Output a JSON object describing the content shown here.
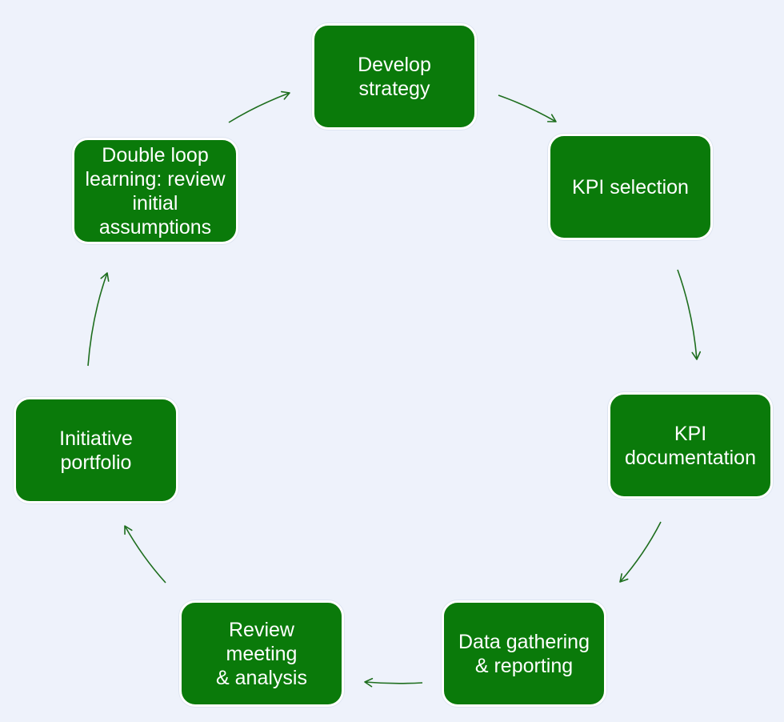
{
  "diagram": {
    "colors": {
      "background": "#EEF2FB",
      "node_fill": "#0A7A0A",
      "node_border": "#FFFFFF",
      "node_text": "#FFFFFF",
      "arrow": "#1E6E1E"
    },
    "nodes": [
      {
        "id": "develop-strategy",
        "label": "Develop\nstrategy"
      },
      {
        "id": "kpi-selection",
        "label": "KPI selection"
      },
      {
        "id": "kpi-documentation",
        "label": "KPI\ndocumentation"
      },
      {
        "id": "data-gathering",
        "label": "Data gathering\n& reporting"
      },
      {
        "id": "review-meeting",
        "label": "Review meeting\n& analysis"
      },
      {
        "id": "initiative-portfolio",
        "label": "Initiative\nportfolio"
      },
      {
        "id": "double-loop",
        "label": "Double loop\nlearning: review\ninitial\nassumptions"
      }
    ],
    "edges": [
      {
        "from": "develop-strategy",
        "to": "kpi-selection"
      },
      {
        "from": "kpi-selection",
        "to": "kpi-documentation"
      },
      {
        "from": "kpi-documentation",
        "to": "data-gathering"
      },
      {
        "from": "data-gathering",
        "to": "review-meeting"
      },
      {
        "from": "review-meeting",
        "to": "initiative-portfolio"
      },
      {
        "from": "initiative-portfolio",
        "to": "double-loop"
      },
      {
        "from": "double-loop",
        "to": "develop-strategy"
      }
    ]
  }
}
